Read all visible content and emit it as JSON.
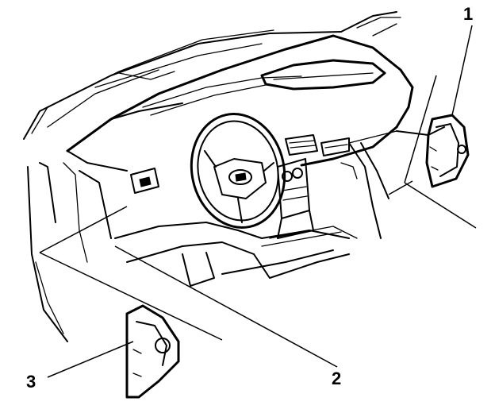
{
  "callouts": {
    "one": "1",
    "two": "2",
    "three": "3"
  },
  "colors": {
    "ink": "#000000",
    "paper": "#ffffff"
  }
}
